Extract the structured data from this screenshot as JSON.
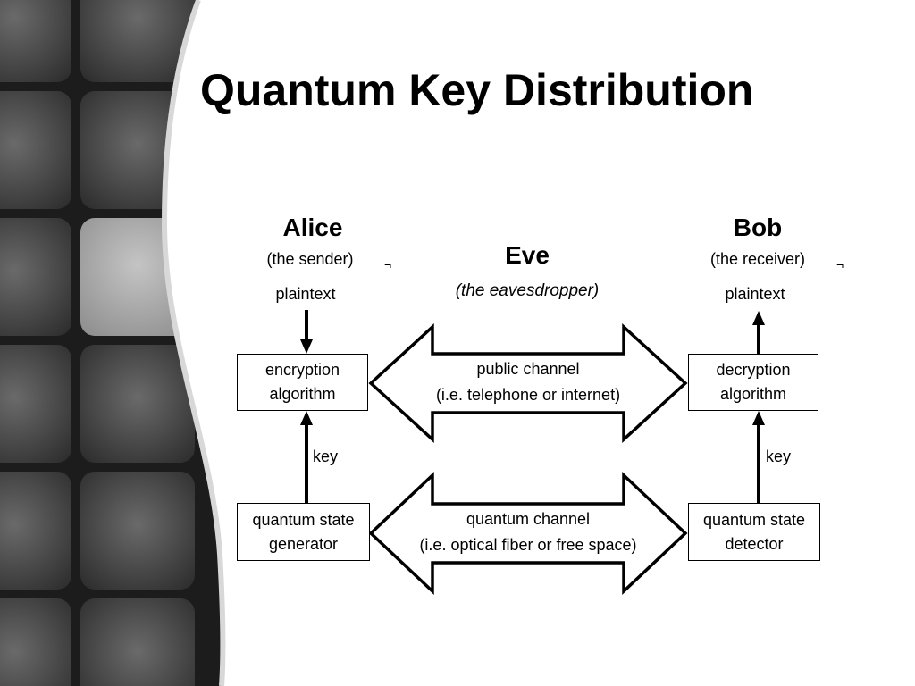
{
  "title": "Quantum Key Distribution",
  "diagram": {
    "alice": {
      "name": "Alice",
      "role": "(the sender)",
      "text": "plaintext"
    },
    "eve": {
      "name": "Eve",
      "role": "(the eavesdropper)"
    },
    "bob": {
      "name": "Bob",
      "role": "(the receiver)",
      "text": "plaintext"
    },
    "boxes": {
      "encryption": [
        "encryption",
        "algorithm"
      ],
      "decryption": [
        "decryption",
        "algorithm"
      ],
      "generator": [
        "quantum state",
        "generator"
      ],
      "detector": [
        "quantum state",
        "detector"
      ]
    },
    "channels": {
      "public": [
        "public channel",
        "(i.e. telephone or internet)"
      ],
      "quantum": [
        "quantum channel",
        "(i.e. optical fiber or free space)"
      ]
    },
    "key_label": "key",
    "tick_mark": "¬"
  },
  "colors": {
    "background": "#ffffff",
    "text": "#000000",
    "panel_dark": "#1c1c1c",
    "tile": "#4a4a4a",
    "tile_light": "#a8a8a8"
  }
}
